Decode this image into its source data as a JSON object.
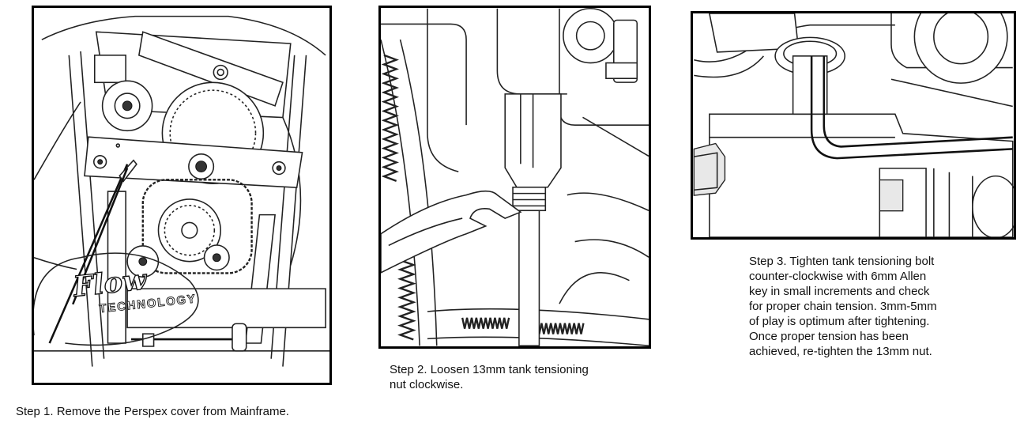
{
  "steps": [
    {
      "caption": "Step 1.  Remove the Perspex cover from Mainframe."
    },
    {
      "caption": "Step 2.  Loosen 13mm tank tensioning\nnut clockwise."
    },
    {
      "caption": "Step 3.  Tighten tank tensioning bolt\ncounter-clockwise  with 6mm Allen\nkey in small increments and check\nfor proper chain tension.  3mm-5mm\nof play is optimum after tightening.\nOnce proper tension has been\nachieved,  re-tighten the 13mm nut."
    }
  ],
  "logo": {
    "script_text": "Flow",
    "sub_text": "TECHNOLOGY"
  }
}
